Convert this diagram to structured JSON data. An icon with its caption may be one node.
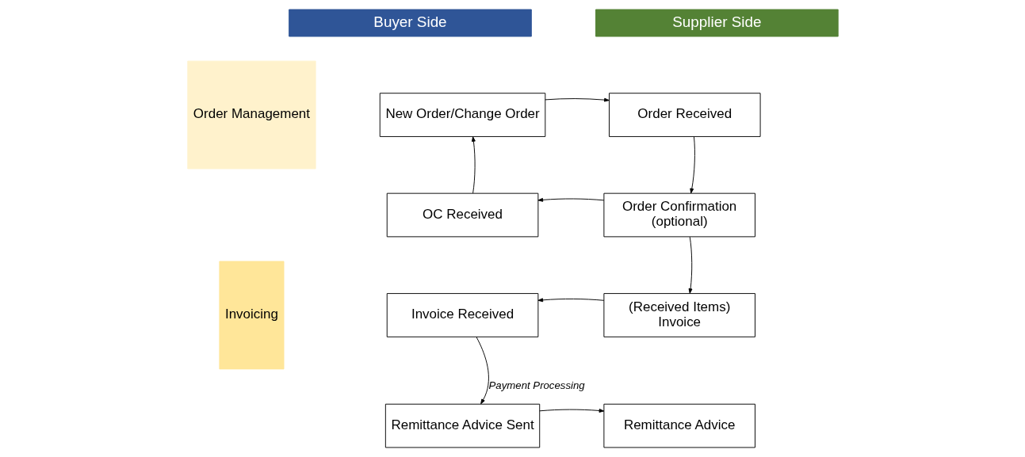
{
  "diagram": {
    "nodes": [
      {
        "text": [
          "Buyer Side"
        ]
      },
      {
        "text": [
          "Supplier Side"
        ]
      },
      {
        "text": [
          "Order Management"
        ]
      },
      {
        "text": [
          "Invoicing"
        ]
      },
      {
        "text": [
          "New Order/Change Order"
        ]
      },
      {
        "text": [
          "Order Received"
        ]
      },
      {
        "text": [
          "OC Received"
        ]
      },
      {
        "text": [
          "Order Confirmation",
          "(optional)"
        ]
      },
      {
        "text": [
          "Invoice Received"
        ]
      },
      {
        "text": [
          "(Received Items)",
          "Invoice"
        ]
      },
      {
        "text": [
          "Remittance Advice Sent"
        ]
      },
      {
        "text": [
          "Remittance Advice"
        ]
      }
    ],
    "edges": [
      {
        "from": 4,
        "to": 5,
        "arrow": "to"
      },
      {
        "from": 5,
        "to": 7,
        "arrow": "to"
      },
      {
        "from": 7,
        "to": 6,
        "arrow": "to"
      },
      {
        "from": 6,
        "to": 4,
        "arrow": "to"
      },
      {
        "from": 7,
        "to": 9,
        "arrow": "to"
      },
      {
        "from": 9,
        "to": 8,
        "arrow": "to"
      },
      {
        "from": 8,
        "to": 10,
        "arrow": "to",
        "label": "Payment Processing"
      },
      {
        "from": 10,
        "to": 11,
        "arrow": "to"
      }
    ]
  }
}
